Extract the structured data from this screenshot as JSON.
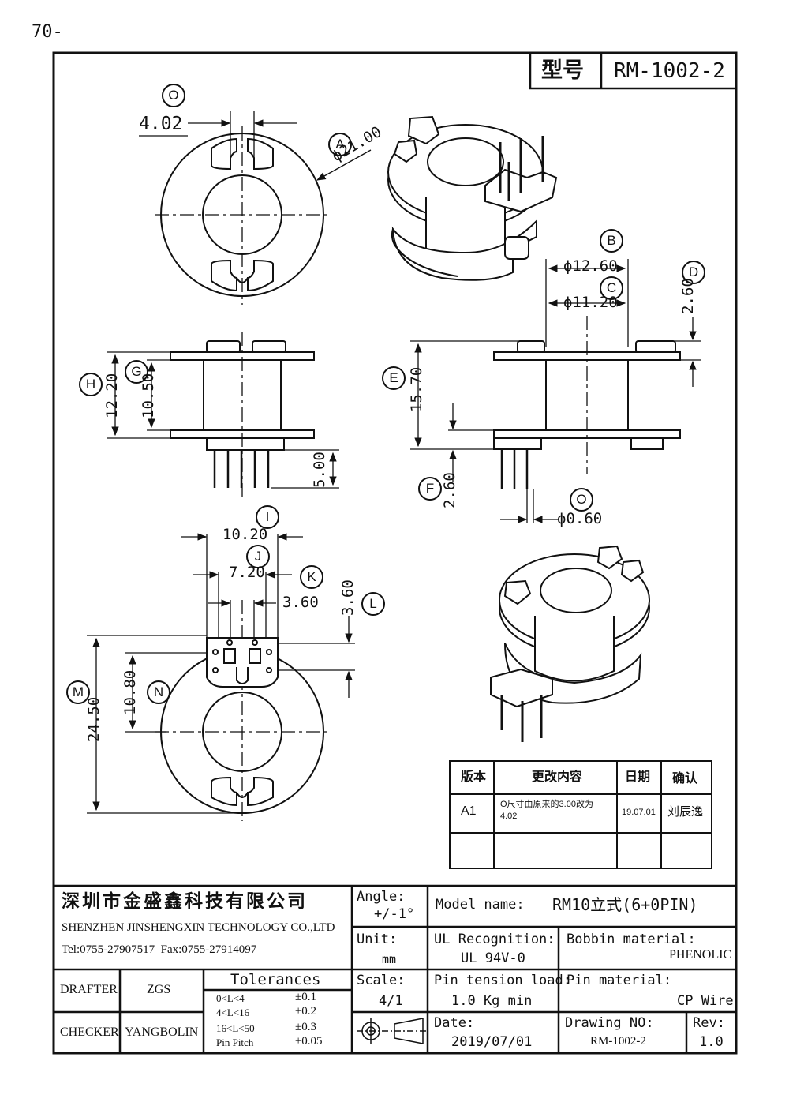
{
  "page_tag": "70-",
  "header": {
    "model_label": "型号",
    "model_value": "RM-1002-2"
  },
  "dims": {
    "d_O_top": "4.02",
    "d_A": "ϕ21.00",
    "d_B": "ϕ12.60",
    "d_C": "ϕ11.20",
    "d_D": "2.60",
    "d_E": "15.70",
    "d_F": "2.60",
    "d_O_pin": "ϕ0.60",
    "d_H": "12.20",
    "d_G": "10.50",
    "d_pin_len": "5.00",
    "d_I": "10.20",
    "d_J": "7.20",
    "d_K": "3.60",
    "d_L": "3.60",
    "d_N": "10.80",
    "d_M": "24.50"
  },
  "callouts": {
    "O1": "O",
    "A": "A",
    "B": "B",
    "C": "C",
    "D": "D",
    "E": "E",
    "F": "F",
    "O2": "O",
    "H": "H",
    "G": "G",
    "I": "I",
    "J": "J",
    "K": "K",
    "L": "L",
    "M": "M",
    "N": "N"
  },
  "revision": {
    "headers": [
      "版本",
      "更改内容",
      "日期",
      "确认"
    ],
    "rows": [
      {
        "ver": "A1",
        "content_l1": "O尺寸由原来的3.00改为",
        "content_l2": "4.02",
        "date": "19.07.01",
        "by": "刘辰逸"
      }
    ]
  },
  "title_block": {
    "company_cn": "深圳市金盛鑫科技有限公司",
    "company_en": "SHENZHEN JINSHENGXIN TECHNOLOGY CO.,LTD",
    "contact": "Tel:0755-27907517  Fax:0755-27914097",
    "angle_label": "Angle:",
    "angle_value": "+/-1°",
    "unit_label": "Unit:",
    "unit_value": "mm",
    "scale_label": "Scale:",
    "scale_value": "4/1",
    "model_name_label": "Model name:",
    "model_name_value": "RM10立式(6+0PIN)",
    "ul_label": "UL Recognition:",
    "ul_value": "UL 94V-0",
    "bobbin_label": "Bobbin material:",
    "bobbin_value": "PHENOLIC",
    "pin_tension_label": "Pin tension load:",
    "pin_tension_value": "1.0 Kg min",
    "pin_material_label": "Pin material:",
    "pin_material_value": "CP Wire",
    "date_label": "Date:",
    "date_value": "2019/07/01",
    "drawing_no_label": "Drawing NO:",
    "drawing_no_value": "RM-1002-2",
    "rev_label": "Rev:",
    "rev_value": "1.0",
    "drafter_label": "DRAFTER",
    "drafter_value": "ZGS",
    "checker_label": "CHECKER",
    "checker_value": "YANGBOLIN",
    "tolerances_title": "Tolerances",
    "tolerances": [
      {
        "range": "0<L<4",
        "value": "±0.1"
      },
      {
        "range": "4<L<16",
        "value": "±0.2"
      },
      {
        "range": "16<L<50",
        "value": "±0.3"
      },
      {
        "range": "Pin Pitch",
        "value": "±0.05"
      }
    ]
  }
}
